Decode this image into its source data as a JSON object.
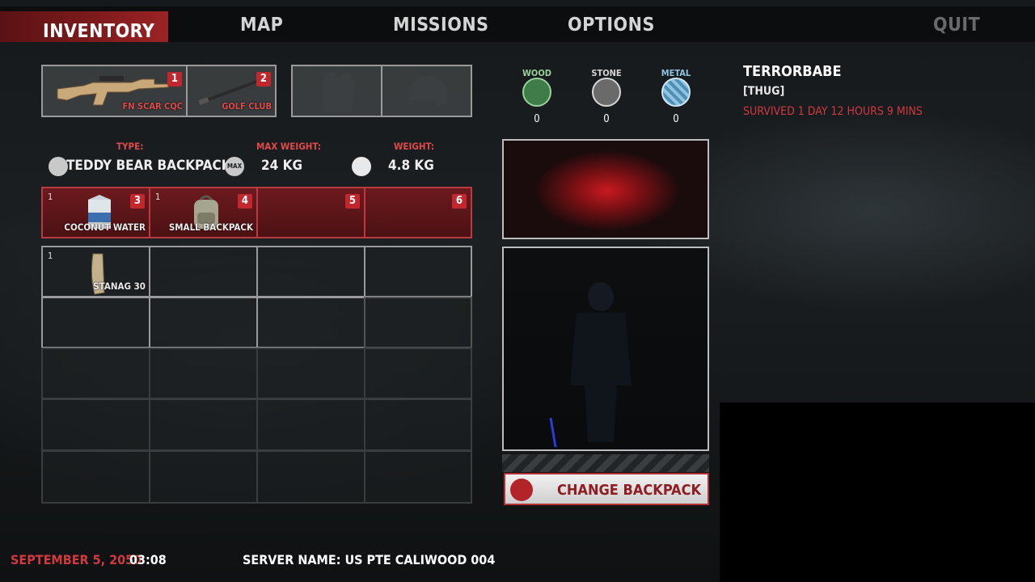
{
  "nav": {
    "inventory": "INVENTORY",
    "map": "MAP",
    "missions": "MISSIONS",
    "options": "OPTIONS",
    "quit": "QUIT"
  },
  "equipment": [
    {
      "slot": "1",
      "label": "FN SCAR CQC",
      "icon": "assault-rifle-icon"
    },
    {
      "slot": "2",
      "label": "GOLF CLUB",
      "icon": "golf-club-icon"
    },
    {
      "slot": "",
      "label": "",
      "icon": "vest-silhouette-icon"
    },
    {
      "slot": "",
      "label": "",
      "icon": "helmet-silhouette-icon"
    }
  ],
  "backpack_info": {
    "type_label": "TYPE:",
    "type_value": "TEDDY BEAR BACKPACK",
    "max_weight_label": "MAX WEIGHT:",
    "max_weight_value": "24 KG",
    "max_weight_icon_text": "MAX",
    "weight_label": "WEIGHT:",
    "weight_value": "4.8 KG"
  },
  "quick_slots": [
    {
      "slot": "3",
      "qty": "1",
      "label": "COCONUT WATER",
      "icon": "coconut-water-carton-icon"
    },
    {
      "slot": "4",
      "qty": "1",
      "label": "SMALL BACKPACK",
      "icon": "small-backpack-icon"
    },
    {
      "slot": "5",
      "qty": "",
      "label": "",
      "icon": ""
    },
    {
      "slot": "6",
      "qty": "",
      "label": "",
      "icon": ""
    }
  ],
  "storage": [
    {
      "qty": "1",
      "label": "STANAG 30",
      "icon": "magazine-icon"
    }
  ],
  "resources": [
    {
      "label": "WOOD",
      "value": "0",
      "color": "#9ad19a",
      "icon": "tree-icon"
    },
    {
      "label": "STONE",
      "value": "0",
      "color": "#d6d6d6",
      "icon": "stone-icon"
    },
    {
      "label": "METAL",
      "value": "0",
      "color": "#8fc3e0",
      "icon": "metal-icon"
    }
  ],
  "player": {
    "name": "TERRORBABE",
    "class": "[THUG]",
    "survived": "SURVIVED 1 DAY 12 HOURS 9 MINS"
  },
  "change_backpack": "CHANGE BACKPACK",
  "footer": {
    "date": "SEPTEMBER 5, 2050",
    "time": "03:08",
    "server": "SERVER NAME: US PTE CALIWOOD 004"
  },
  "colors": {
    "accent_red": "#c1272d",
    "label_red": "#e04a4a"
  }
}
